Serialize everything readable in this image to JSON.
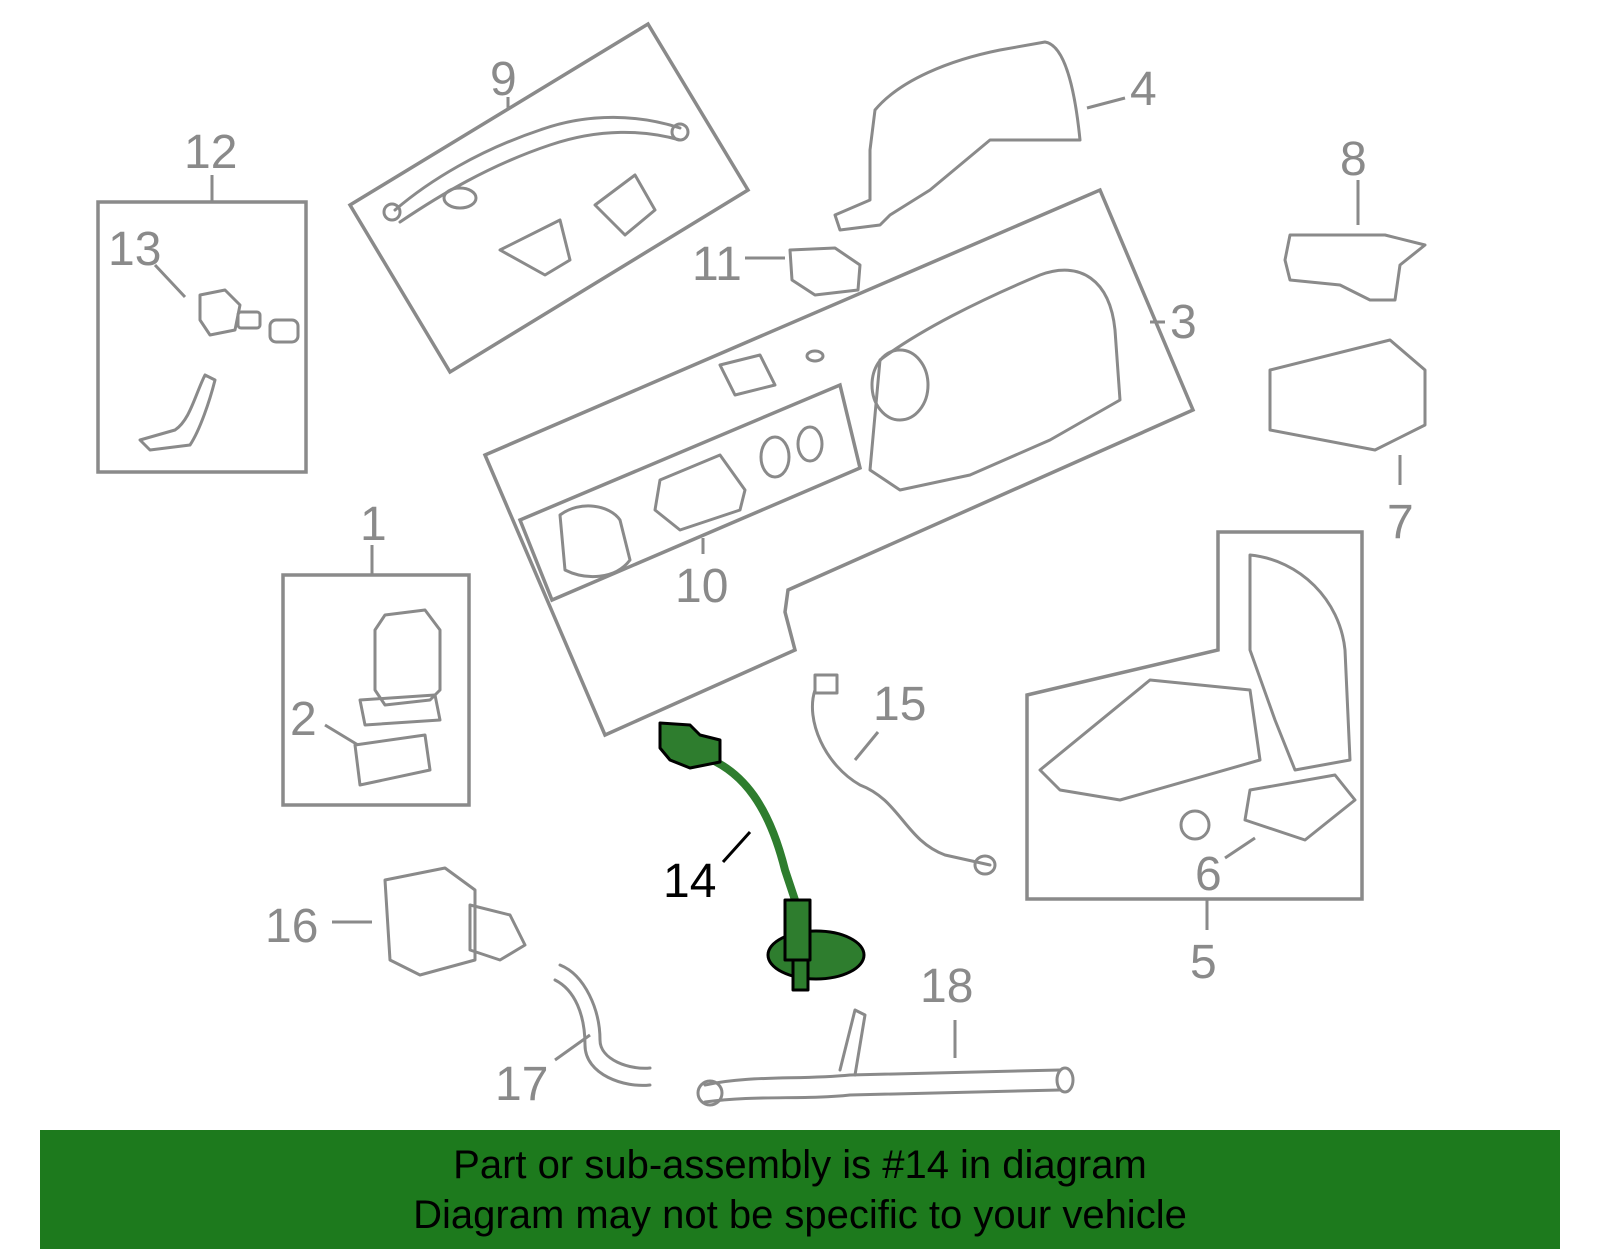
{
  "callouts": {
    "c1": "1",
    "c2": "2",
    "c3": "3",
    "c4": "4",
    "c5": "5",
    "c6": "6",
    "c7": "7",
    "c8": "8",
    "c9": "9",
    "c10": "10",
    "c11": "11",
    "c12": "12",
    "c13": "13",
    "c14": "14",
    "c15": "15",
    "c16": "16",
    "c17": "17",
    "c18": "18"
  },
  "highlighted_part": "14",
  "banner": {
    "line1": "Part or sub-assembly is #14 in diagram",
    "line2": "Diagram may not be specific to your vehicle"
  },
  "colors": {
    "highlight": "#2e7d2e",
    "banner": "#1d7a1d",
    "parts": "#8a8a8a"
  }
}
